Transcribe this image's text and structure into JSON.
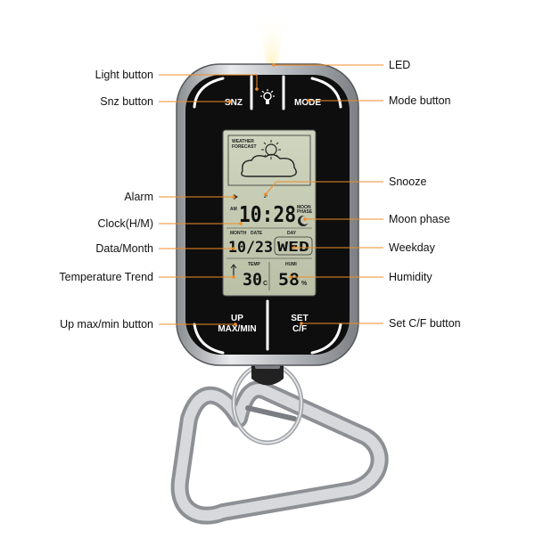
{
  "device": {
    "buttons": {
      "snz": "SNZ",
      "mode": "MODE",
      "up_line1": "UP",
      "up_line2": "MAX/MIN",
      "set_line1": "SET",
      "set_line2": "C/F"
    },
    "lcd": {
      "forecast_line1": "WEATHER",
      "forecast_line2": "FORECAST",
      "am": "AM",
      "time": "10:28",
      "moon_line1": "MOON",
      "moon_line2": "PHASE",
      "month_label": "MONTH",
      "date_label": "DATE",
      "day_label": "DAY",
      "date_value": "10/23",
      "weekday_value": "WED",
      "temp_label": "TEMP",
      "humi_label": "HUMI",
      "temp_value": "30",
      "temp_unit": "C",
      "humi_value": "58",
      "humi_unit": "%"
    }
  },
  "callouts": {
    "light_button": "Light button",
    "snz_button": "Snz button",
    "alarm": "Alarm",
    "clock": "Clock(H/M)",
    "data_month": "Data/Month",
    "temperature_trend": "Temperature Trend",
    "up_button": "Up max/min button",
    "led": "LED",
    "mode_button": "Mode button",
    "snooze": "Snooze",
    "moon_phase": "Moon phase",
    "weekday": "Weekday",
    "humidity": "Humidity",
    "set_button": "Set C/F button"
  },
  "colors": {
    "leader_line": "#f28c28",
    "body_black": "#111111",
    "bezel_silver": "#c8c8c8",
    "lcd_green": "#c9d0b8",
    "carabiner": "#b9bcc0"
  }
}
